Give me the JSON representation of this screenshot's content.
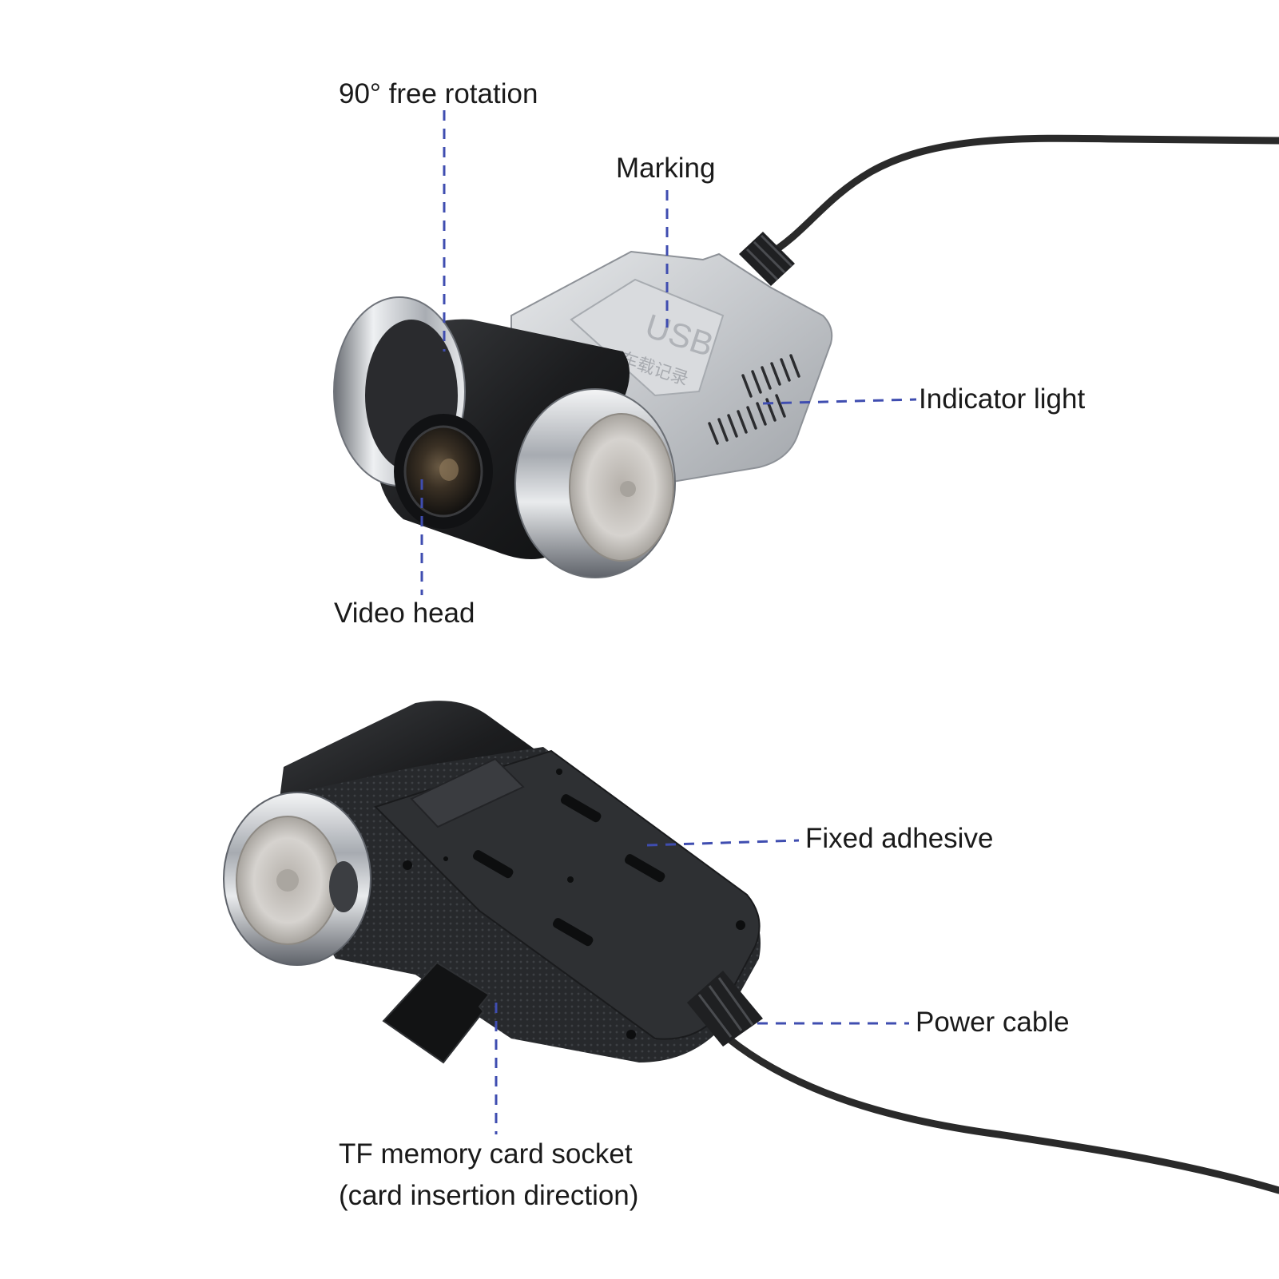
{
  "labels": {
    "rotation": "90° free rotation",
    "marking": "Marking",
    "indicator": "Indicator light",
    "video_head": "Video head",
    "adhesive": "Fixed adhesive",
    "power": "Power cable",
    "tf_line1": "TF memory card socket",
    "tf_line2": "(card insertion direction)"
  },
  "device_marking": {
    "line1": "USB",
    "line2": "车载记录"
  },
  "colors": {
    "leader": "#3f4db0",
    "text": "#1a1a1a",
    "chrome": "#c9ccd0",
    "body_dark": "#1e1f21",
    "cable": "#2a2a2a"
  }
}
